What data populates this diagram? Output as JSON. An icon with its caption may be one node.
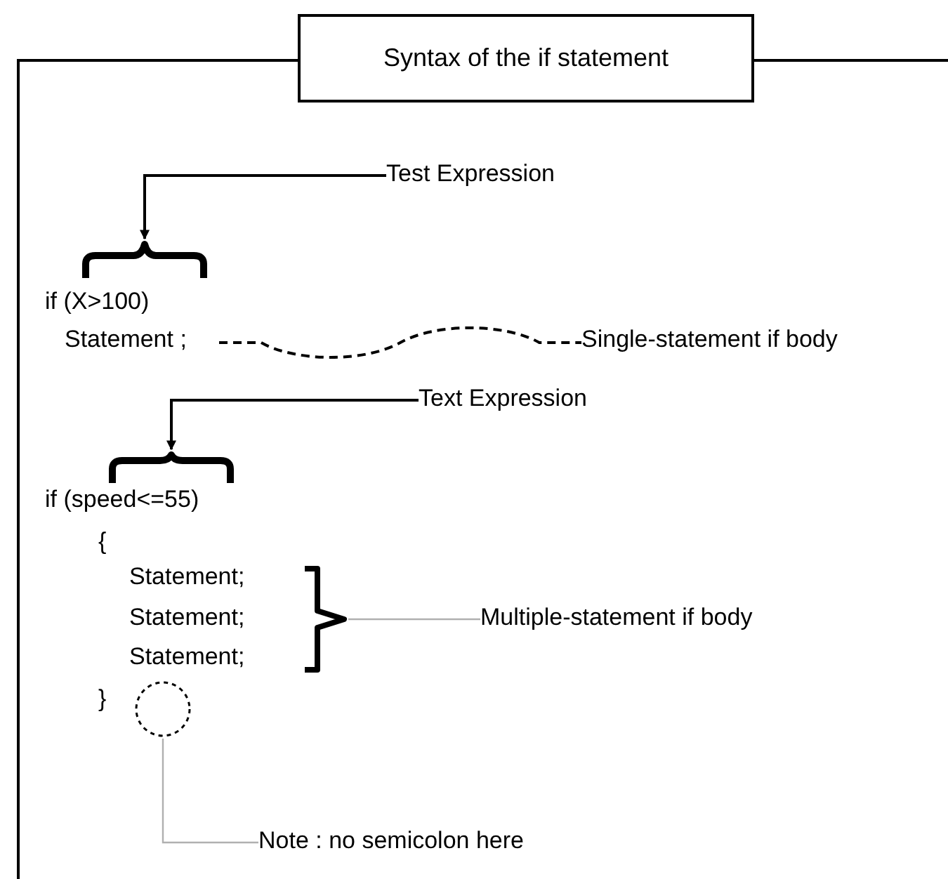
{
  "diagram": {
    "title": "Syntax of the if statement",
    "nodes": [
      {
        "text": [
          "Test Expression"
        ]
      },
      {
        "text": [],
        "shape": "brace"
      },
      {
        "text": [
          "Statement ;"
        ]
      },
      {
        "text": [
          "Single-statement if body"
        ]
      },
      {
        "text": [
          "Text Expression"
        ]
      },
      {
        "text": [],
        "shape": "brace"
      },
      {
        "text": [],
        "shape": "brace"
      },
      {
        "text": [
          "Multiple-statement if body"
        ]
      },
      {
        "text": [],
        "shape": "circle"
      },
      {
        "text": [
          "Note : no semicolon here"
        ]
      }
    ],
    "edges": [
      {
        "from": 0,
        "to": 1,
        "arrow": "to"
      },
      {
        "from": 2,
        "to": 3,
        "arrow": "none",
        "style": "dashed"
      },
      {
        "from": 4,
        "to": 5,
        "arrow": "to"
      },
      {
        "from": 6,
        "to": 7,
        "arrow": "none",
        "color": "#b0b0b0"
      },
      {
        "from": 8,
        "to": 9,
        "arrow": "none",
        "color": "#b0b0b0"
      }
    ],
    "labels": [
      "if  (X>100)",
      "if (speed<=55)",
      "{",
      "Statement;",
      "Statement;",
      "Statement;",
      "}"
    ]
  }
}
